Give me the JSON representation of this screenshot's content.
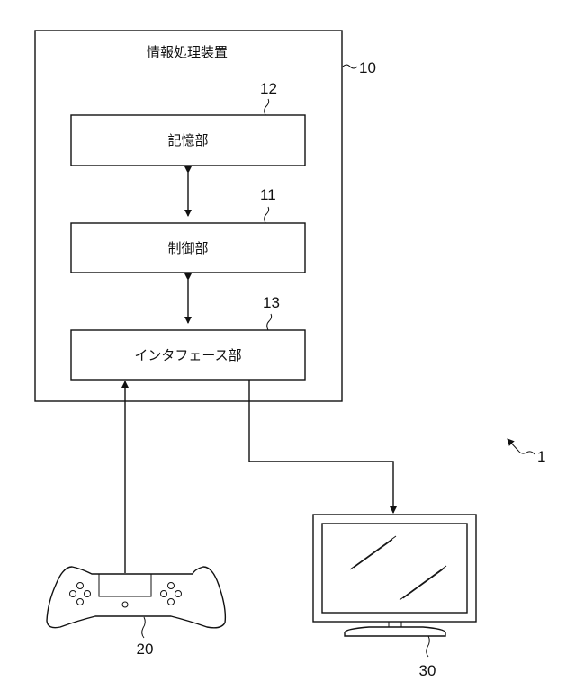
{
  "device": {
    "title": "情報処理装置",
    "ref": "10"
  },
  "storage": {
    "label": "記憶部",
    "ref": "12"
  },
  "control": {
    "label": "制御部",
    "ref": "11"
  },
  "interface": {
    "label": "インタフェース部",
    "ref": "13"
  },
  "controller": {
    "ref": "20"
  },
  "display": {
    "ref": "30"
  },
  "system": {
    "ref": "1"
  }
}
